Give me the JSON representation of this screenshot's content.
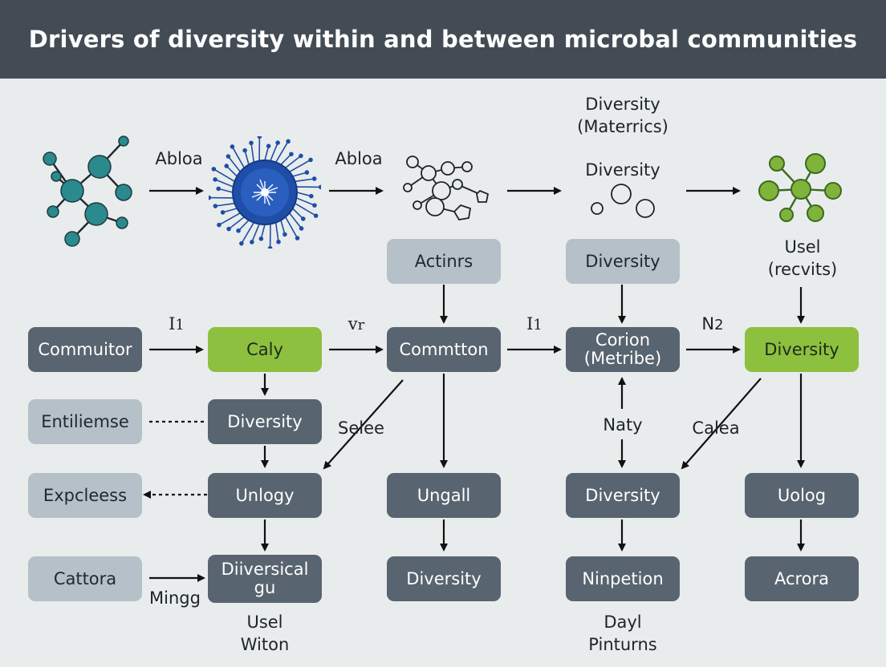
{
  "title": "Drivers of diversity within and between microbal communities",
  "colors": {
    "header_bg": "#434c55",
    "background": "#e9ecec",
    "node_dark": "#58646f",
    "node_light": "#b5c0c8",
    "node_green": "#8dc03f",
    "teal": "#2a8a8e",
    "blue": "#1f4ea8",
    "green_icon": "#7fb33a"
  },
  "icons": [
    "teal-network-icon",
    "blue-microbe-icon",
    "outline-network-icon",
    "circles-icon",
    "green-network-icon"
  ],
  "top_labels": {
    "arrow1": "Abloa",
    "arrow2": "Abloa",
    "diversity_metrics_line1": "Diversity",
    "diversity_metrics_line2": "(Materrics)",
    "diversity_top": "Diversity",
    "usel_line1": "Usel",
    "usel_line2": "(recvits)"
  },
  "nodes": {
    "actinrs": "Actinrs",
    "diversity_top_box": "Diversity",
    "commuitor": "Commuitor",
    "caly": "Caly",
    "commtton": "Commtton",
    "corion_line1": "Corion",
    "corion_line2": "(Metribe)",
    "diversity_green": "Diversity",
    "entiliemse": "Entiliemse",
    "diversity_col2": "Diversity",
    "expcleess": "Expcleess",
    "unlogy": "Unlogy",
    "ungall": "Ungall",
    "diversity_col4": "Diversity",
    "uolog": "Uolog",
    "cattora": "Cattora",
    "diiversical_line1": "Diiversical",
    "diiversical_line2": "gu",
    "diversity_col3_bottom": "Diversity",
    "ninpetion": "Ninpetion",
    "acrora": "Acrora"
  },
  "edge_labels": {
    "i1_left": "I",
    "i1_left_sub": "1",
    "vr": "v",
    "vr_sub": "r",
    "i1_right": "I",
    "i1_right_sub": "1",
    "n2": "N",
    "n2_sub": "2",
    "selee": "Selee",
    "naty": "Naty",
    "calea": "Calea",
    "mingg": "Mingg"
  },
  "bottom_labels": {
    "usel_witon_line1": "Usel",
    "usel_witon_line2": "Witon",
    "dayl_line1": "Dayl",
    "dayl_line2": "Pinturns"
  }
}
